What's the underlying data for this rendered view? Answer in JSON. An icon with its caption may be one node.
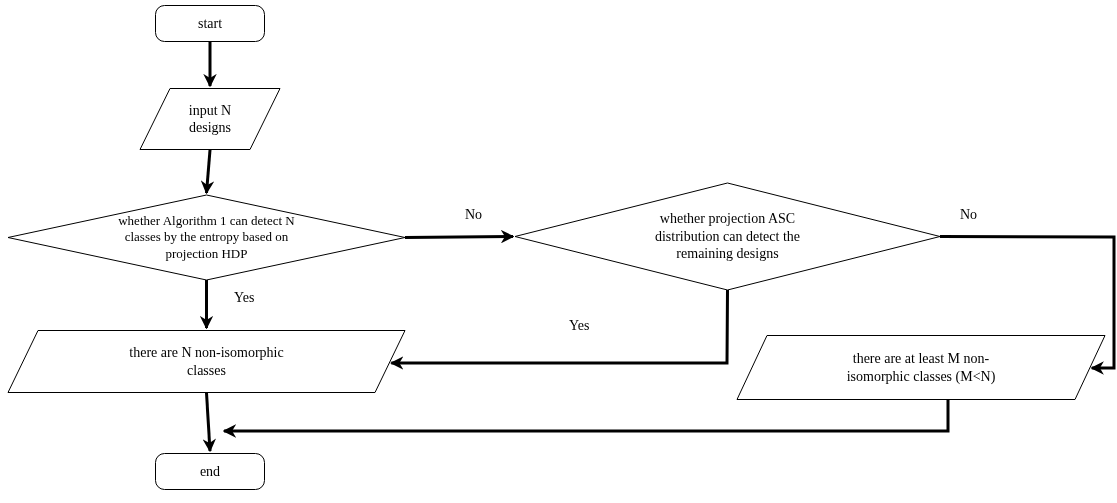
{
  "diagram": {
    "nodes": [
      {
        "text": [
          "start"
        ]
      },
      {
        "text": [
          "input N designs"
        ]
      },
      {
        "text": [
          "whether Algorithm 1 can detect N classes by the entropy based on projection HDP"
        ]
      },
      {
        "text": [
          "whether projection ASC distribution can detect the remaining designs"
        ]
      },
      {
        "text": [
          "there are N non-isomorphic classes"
        ]
      },
      {
        "text": [
          "there are at least M non-isomorphic classes (M<N)"
        ]
      },
      {
        "text": [
          "end"
        ]
      }
    ],
    "edges": [
      {
        "from": 0,
        "to": 1,
        "arrow": "to"
      },
      {
        "from": 1,
        "to": 2,
        "arrow": "to"
      },
      {
        "from": 2,
        "to": 3,
        "arrow": "to",
        "label": "No"
      },
      {
        "from": 2,
        "to": 4,
        "arrow": "to",
        "label": "Yes"
      },
      {
        "from": 3,
        "to": 4,
        "arrow": "to",
        "label": "Yes"
      },
      {
        "from": 3,
        "to": 5,
        "arrow": "to",
        "label": "No"
      },
      {
        "from": 4,
        "to": 6,
        "arrow": "to"
      },
      {
        "from": 5,
        "to": 6,
        "arrow": "to"
      }
    ]
  }
}
